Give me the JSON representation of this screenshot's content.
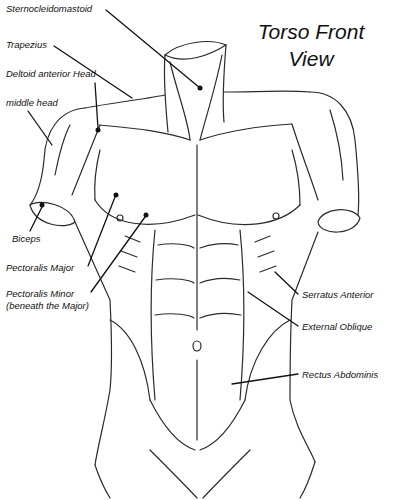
{
  "diagram": {
    "title": "Torso Front View",
    "labels": [
      "Sternocleidomastoid",
      "Trapezius",
      "Deltoid anterior Head",
      "middle head",
      "Biceps",
      "Pectoralis Major",
      "Pectoralis Minor (beneath the Major)",
      "Serratus Anterior",
      "External Oblique",
      "Rectus Abdominis"
    ]
  }
}
